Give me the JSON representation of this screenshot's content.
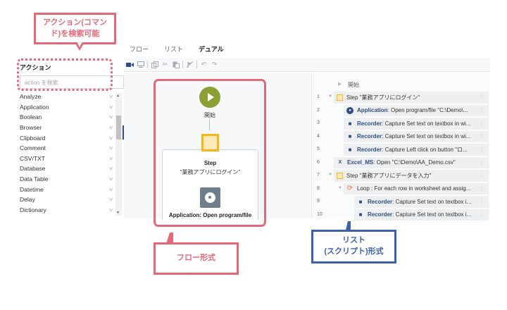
{
  "callouts": {
    "search": "アクション(コマンド)を検索可能",
    "search_line1": "アクション(コマン",
    "search_line2": "ド)を検索可能",
    "flow": "フロー形式",
    "list_line1": "リスト",
    "list_line2": "(スクリプト)形式"
  },
  "actions_panel": {
    "title": "アクション",
    "search_placeholder": "action を検索",
    "categories": [
      "Analyze",
      "Application",
      "Boolean",
      "Browser",
      "Clipboard",
      "Comment",
      "CSV/TXT",
      "Database",
      "Data Table",
      "Datetime",
      "Delay",
      "Dictionary"
    ]
  },
  "tabs": [
    {
      "label": "フロー",
      "active": false
    },
    {
      "label": "リスト",
      "active": false
    },
    {
      "label": "デュアル",
      "active": true
    }
  ],
  "toolbar": {
    "icons": [
      "record-icon",
      "screen-icon",
      "copy-icon",
      "cut-icon",
      "paste-icon",
      "disable-icon",
      "undo-icon",
      "redo-icon"
    ]
  },
  "flow": {
    "start_label": "開始",
    "step_title": "Step",
    "step_name": "\"業務アプリにログイン\"",
    "app_label": "Application: Open program/file"
  },
  "list": {
    "start_label": "開始",
    "rows": [
      {
        "num": "1",
        "caret": true,
        "indent": 0,
        "icon": "step",
        "bold": "",
        "text": "Step \"業務アプリにログイン\""
      },
      {
        "num": "2",
        "caret": false,
        "indent": 1,
        "icon": "app",
        "bold": "Application",
        "text": ": Open program/file \"C:\\Demo\\..."
      },
      {
        "num": "3",
        "caret": false,
        "indent": 1,
        "icon": "rec",
        "bold": "Recorder",
        "text": ": Capture Set text on textbox in wi..."
      },
      {
        "num": "4",
        "caret": false,
        "indent": 1,
        "icon": "rec",
        "bold": "Recorder",
        "text": ": Capture Set text on textbox in wi..."
      },
      {
        "num": "5",
        "caret": false,
        "indent": 1,
        "icon": "rec",
        "bold": "Recorder",
        "text": ": Capture Left click on button \"ロ..."
      },
      {
        "num": "6",
        "caret": false,
        "indent": 0,
        "icon": "excel",
        "bold": "Excel_MS",
        "text": ": Open \"C:\\Demo\\AA_Demo.csv\""
      },
      {
        "num": "7",
        "caret": true,
        "indent": 0,
        "icon": "step",
        "bold": "",
        "text": "Step \"業務アプリにデータを入力\""
      },
      {
        "num": "8",
        "caret": true,
        "indent": 1,
        "icon": "loop",
        "bold": "",
        "text": "Loop : For each row in worksheet and assig..."
      },
      {
        "num": "9",
        "caret": false,
        "indent": 2,
        "icon": "rec",
        "bold": "Recorder",
        "text": ": Capture Set text on textbox i..."
      },
      {
        "num": "10",
        "caret": false,
        "indent": 2,
        "icon": "rec",
        "bold": "Recorder",
        "text": ": Capture Set text on textbox i..."
      }
    ]
  },
  "colors": {
    "callout_red": "#e36978",
    "callout_blue": "#3c61a8",
    "accent_navy": "#2d4e84",
    "start_green": "#8aa034",
    "step_yellow": "#f6b619",
    "loop_orange": "#f07d43"
  }
}
